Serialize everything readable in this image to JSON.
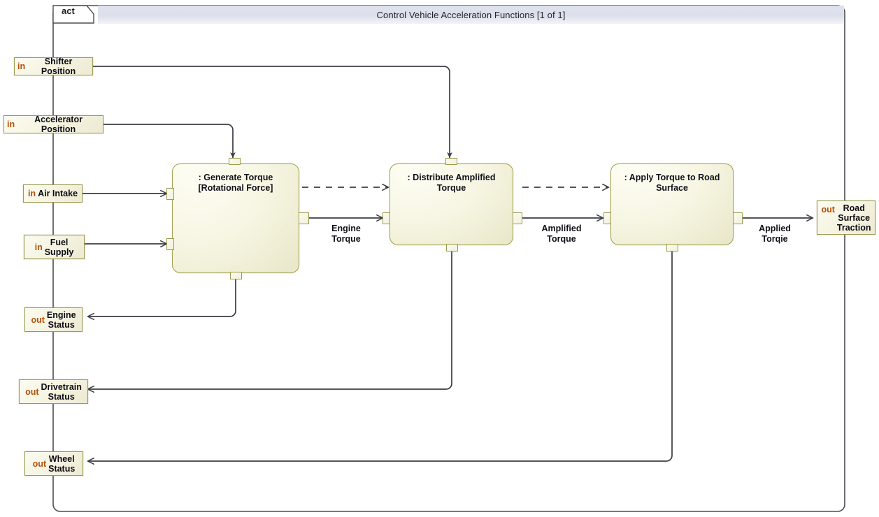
{
  "frame": {
    "tab_label": "act",
    "title": "Control Vehicle Acceleration Functions [1 of 1]",
    "border_color": "#4d4d55",
    "title_bar_color": "#dcdfeb"
  },
  "parameters": [
    {
      "id": "shifter-position",
      "direction": "in",
      "name": "Shifter Position"
    },
    {
      "id": "accelerator-position",
      "direction": "in",
      "name": "Accelerator Position"
    },
    {
      "id": "air-intake",
      "direction": "in",
      "name": "Air Intake"
    },
    {
      "id": "fuel-supply",
      "direction": "in",
      "name": "Fuel\nSupply"
    },
    {
      "id": "engine-status",
      "direction": "out",
      "name": "Engine\nStatus"
    },
    {
      "id": "drivetrain-status",
      "direction": "out",
      "name": "Drivetrain\nStatus"
    },
    {
      "id": "wheel-status",
      "direction": "out",
      "name": "Wheel\nStatus"
    },
    {
      "id": "road-surface-traction",
      "direction": "out",
      "name": "Road\nSurface\nTraction"
    }
  ],
  "actions": [
    {
      "id": "generate-torque",
      "title": ": Generate Torque\n[Rotational Force]"
    },
    {
      "id": "distribute-torque",
      "title": ": Distribute Amplified\nTorque"
    },
    {
      "id": "apply-torque",
      "title": ": Apply Torque to Road\nSurface"
    }
  ],
  "edge_labels": [
    {
      "id": "engine-torque",
      "text": "Engine\nTorque"
    },
    {
      "id": "amplified-torque",
      "text": "Amplified\nTorque"
    },
    {
      "id": "applied-torque",
      "text": "Applied\nTorqie"
    }
  ],
  "colors": {
    "node_fill": "#f5f3df",
    "node_border": "#9b9b52",
    "direction_keyword": "#b4510a",
    "wire": "#3c3c44",
    "frame_border": "#4d4d55"
  }
}
